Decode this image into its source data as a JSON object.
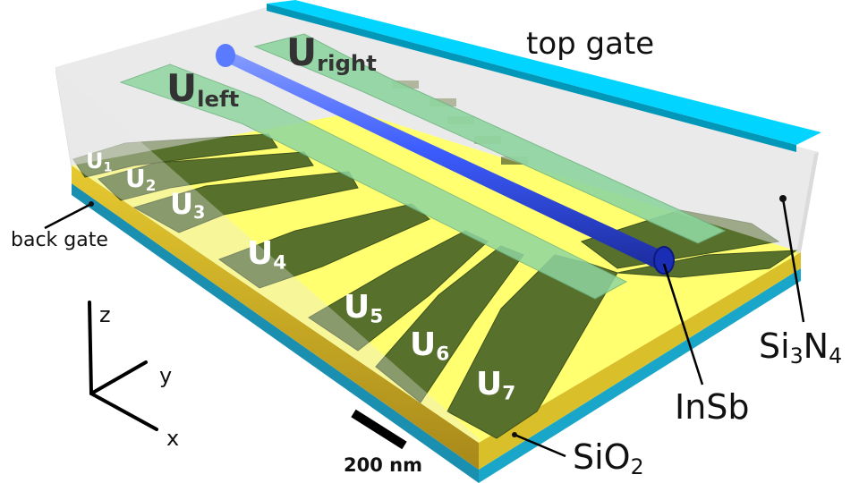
{
  "labels": {
    "top_gate": "top gate",
    "u_left": {
      "base": "U",
      "sub": "left"
    },
    "u_right": {
      "base": "U",
      "sub": "right"
    },
    "back_gate": "back gate",
    "insb": "InSb",
    "si3n4": {
      "p1": "Si",
      "s1": "3",
      "p2": "N",
      "s2": "4"
    },
    "sio2": {
      "p1": "SiO",
      "s1": "2"
    },
    "scale_bar": "200 nm",
    "axes": {
      "z": "z",
      "y": "y",
      "x": "x"
    }
  },
  "gates": [
    {
      "base": "U",
      "sub": "1"
    },
    {
      "base": "U",
      "sub": "2"
    },
    {
      "base": "U",
      "sub": "3"
    },
    {
      "base": "U",
      "sub": "4"
    },
    {
      "base": "U",
      "sub": "5"
    },
    {
      "base": "U",
      "sub": "6"
    },
    {
      "base": "U",
      "sub": "7"
    }
  ],
  "colors": {
    "top_gate": "#00d4ff",
    "back_gate_gold": "#ffff66",
    "gate_green": "#57702b",
    "strip_green": "#8fd6a0",
    "nanowire": "#3d5dff",
    "substrate_blue": "#1aa6c8",
    "sio2_gold": "#d4b52e"
  }
}
